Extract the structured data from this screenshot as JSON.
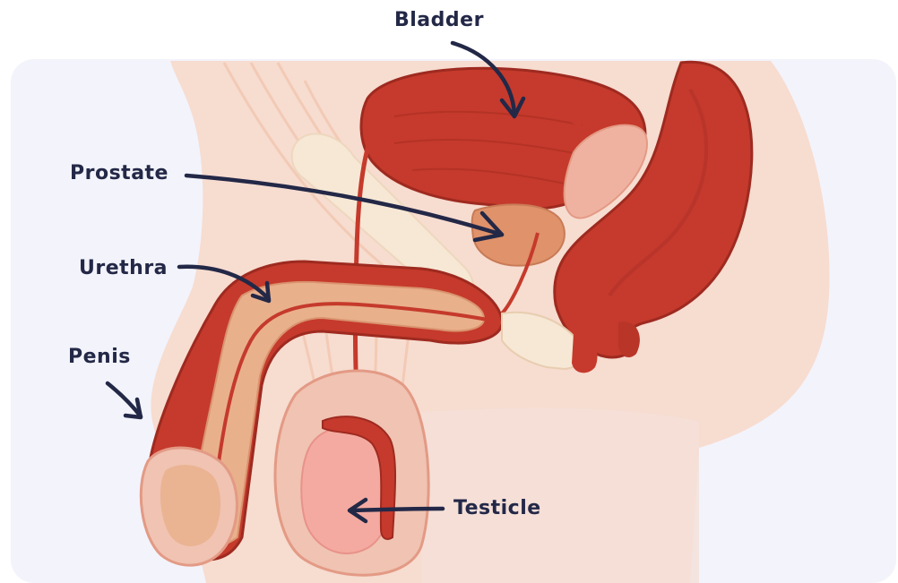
{
  "labels": {
    "bladder": "Bladder",
    "prostate": "Prostate",
    "urethra": "Urethra",
    "penis": "Penis",
    "testicle": "Testicle"
  },
  "colors": {
    "panel": "#f3f3fb",
    "ink": "#232847",
    "skin_light": "#f7dcd0",
    "skin_mid": "#f0c3b2",
    "skin_dark": "#e9a994",
    "organ_red": "#c53a2c",
    "organ_dark": "#9e2a20",
    "spongy": "#e9b08c",
    "pale": "#f8e9d8",
    "prostate": "#e0926a"
  }
}
